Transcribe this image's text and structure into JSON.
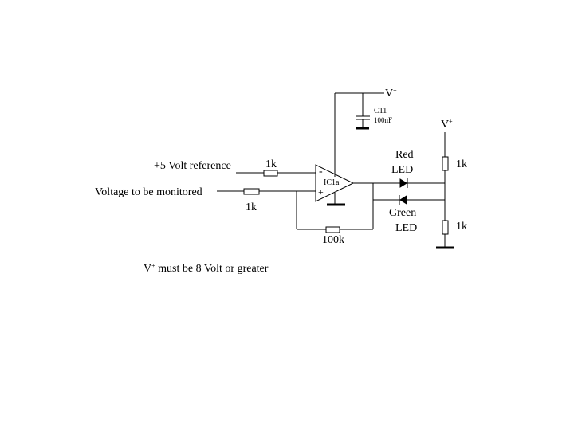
{
  "labels": {
    "vplus": "V",
    "plus_sign": "+",
    "cap_name": "C11",
    "cap_value": "100nF",
    "ref_input": "+5 Volt reference",
    "monitored_input": "Voltage to be monitored",
    "r_ref": "1k",
    "r_in": "1k",
    "r_feedback": "100k",
    "opamp_name": "IC1a",
    "opamp_minus": "-",
    "opamp_plus": "+",
    "red_led_line1": "Red",
    "red_led_line2": "LED",
    "green_led_line1": "Green",
    "green_led_line2": "LED",
    "r_top": "1k",
    "r_bottom": "1k",
    "note_suffix": " must be 8 Volt or greater"
  },
  "colors": {
    "ink": "#000000",
    "background": "#ffffff"
  }
}
